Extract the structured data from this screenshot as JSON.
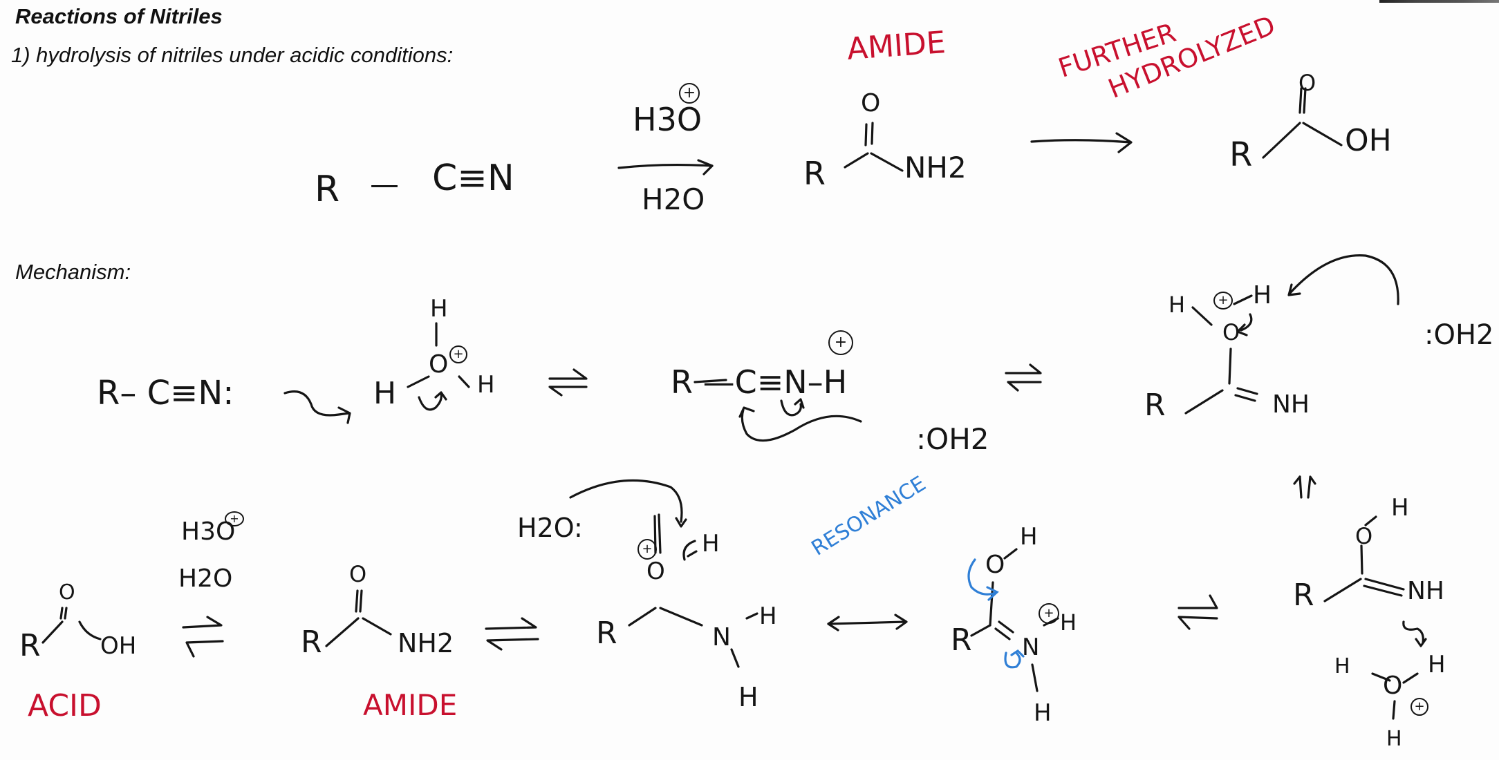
{
  "slide": {
    "title": "Reactions of Nitriles",
    "subtitle": "1) hydrolysis of nitriles under acidic conditions:",
    "mechanism_label": "Mechanism:"
  },
  "colors": {
    "ink": "#151515",
    "annotation_red": "#c8102e",
    "annotation_blue": "#2f7fd6",
    "background": "#fdfdfd"
  },
  "overview_reaction": {
    "reactant": {
      "r": "R",
      "bond": "—",
      "group": "C≡N"
    },
    "reagent_above": "H3O",
    "reagent_above_charge": "+",
    "reagent_below": "H2O",
    "product_label": "AMIDE",
    "product": {
      "o": "O",
      "r": "R",
      "group": "NH2"
    },
    "further_label_line1": "FURTHER",
    "further_label_line2": "HYDROLYZED",
    "final_product": {
      "o": "O",
      "r": "R",
      "group": "OH"
    }
  },
  "mechanism": {
    "step1": {
      "nitrile": "R– C≡N:",
      "hydronium": {
        "h_top": "H",
        "o": "O",
        "charge": "+",
        "h_left": "H",
        "h_right": "H"
      }
    },
    "step2": {
      "nitrilium": "R —C≡N–H",
      "charge": "+",
      "water": ":OH2"
    },
    "step3": {
      "h_left": "H",
      "charge": "+",
      "h_right": "H",
      "o": "O",
      "r": "R",
      "group": "NH",
      "water": ":OH2"
    },
    "step4": {
      "o": "O",
      "h_o": "H",
      "r": "R",
      "group": "NH",
      "hydronium": {
        "o": "O",
        "charge": "+",
        "h1": "H",
        "h2": "H",
        "h3": "H"
      }
    },
    "step5_resonance_b": {
      "o": "O",
      "h_o": "H",
      "r": "R",
      "n": "N",
      "charge": "+",
      "h_n1": "H",
      "h_n2": "H"
    },
    "resonance_label": "RESONANCE",
    "step5_resonance_a": {
      "water": "H2O:",
      "charge": "+",
      "o": "O",
      "h_o": "H",
      "r": "R",
      "n": "N",
      "h_n1": "H",
      "h_n2": "H"
    },
    "amide": {
      "o": "O",
      "r": "R",
      "group": "NH2",
      "label": "AMIDE"
    },
    "acid_conditions": {
      "line1": "H3O",
      "charge": "+",
      "line2": "H2O"
    },
    "acid": {
      "o": "O",
      "r": "R",
      "group": "OH",
      "label": "ACID"
    }
  }
}
